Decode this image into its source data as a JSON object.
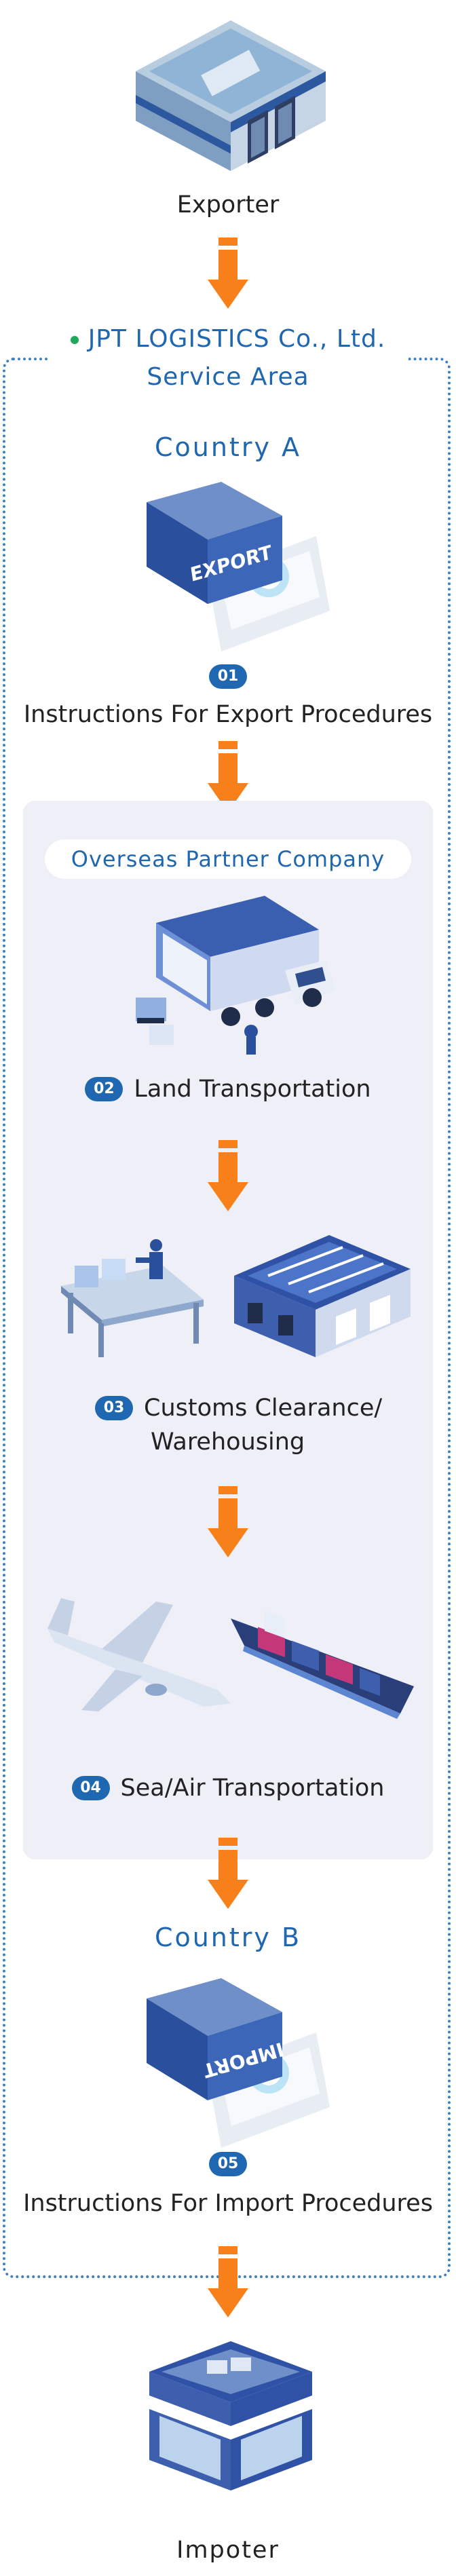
{
  "exporter": {
    "label": "Exporter"
  },
  "service_area": {
    "line1": "JPT LOGISTICS Co., Ltd.",
    "line2": "Service Area"
  },
  "country_a": {
    "label": "Country A"
  },
  "export_box": {
    "text": "EXPORT"
  },
  "step1": {
    "num": "01",
    "label": "Instructions For Export Procedures"
  },
  "partner": {
    "label": "Overseas Partner Company"
  },
  "step2": {
    "num": "02",
    "label": "Land Transportation"
  },
  "step3": {
    "num": "03",
    "line1": "Customs Clearance/",
    "line2": "Warehousing"
  },
  "step4": {
    "num": "04",
    "label": "Sea/Air Transportation"
  },
  "country_b": {
    "label": "Country B"
  },
  "import_box": {
    "text": "IMPORT"
  },
  "step5": {
    "num": "05",
    "label": "Instructions For Import Procedures"
  },
  "importer": {
    "label": "Impoter"
  },
  "colors": {
    "accent": "#1f67b0",
    "arrow": "#f7801b",
    "panel": "#eeeff7",
    "dot": "#1fa85a"
  }
}
